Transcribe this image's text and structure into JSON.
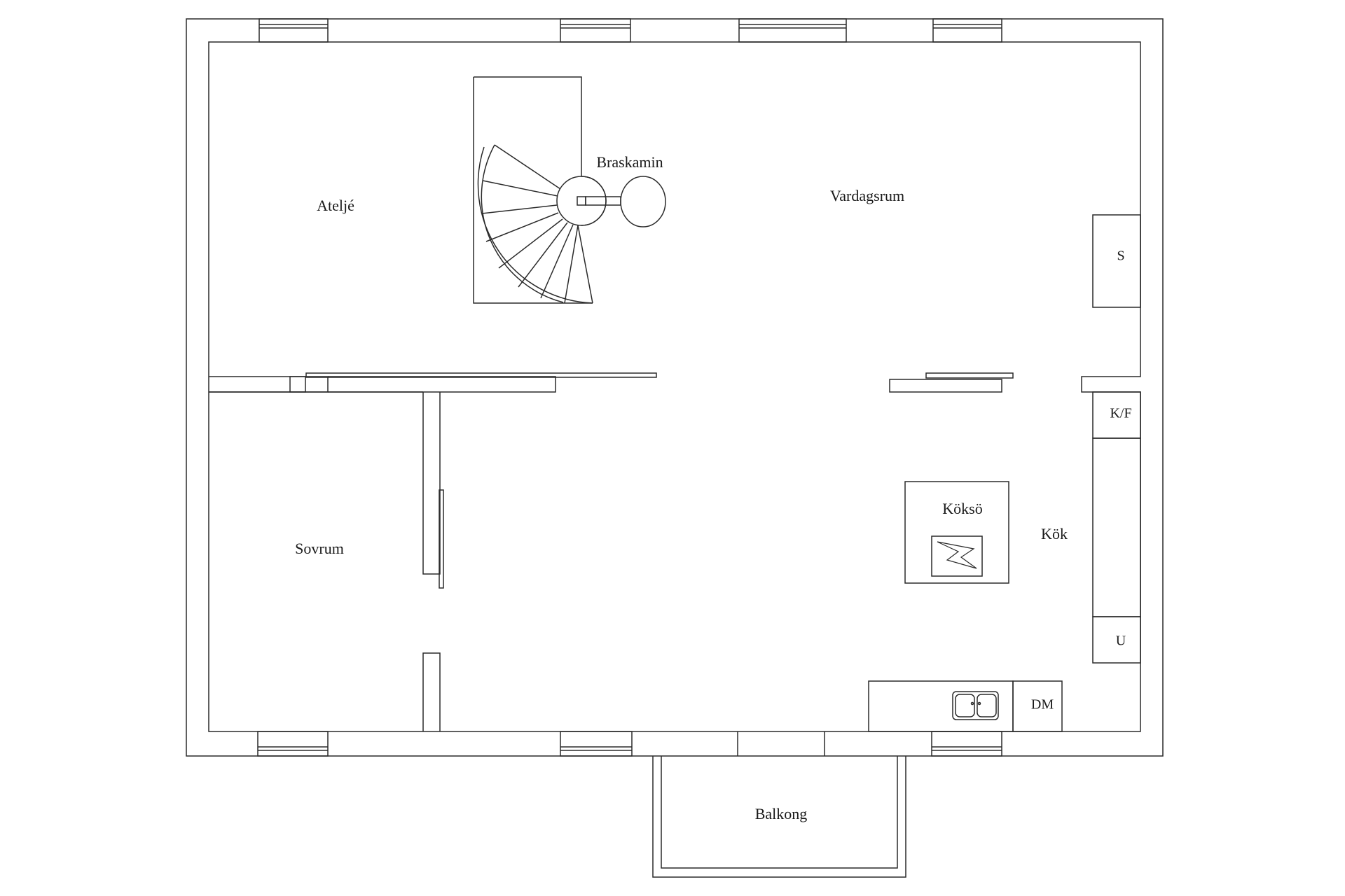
{
  "rooms": {
    "atelje": "Ateljé",
    "braskamin": "Braskamin",
    "vardagsrum": "Vardagsrum",
    "sovrum": "Sovrum",
    "koksö": "Köksö",
    "kok": "Kök",
    "balkong": "Balkong"
  },
  "fixtures": {
    "s": "S",
    "kf": "K/F",
    "u": "U",
    "dm": "DM"
  },
  "colors": {
    "line": "#2a2a2a",
    "background": "#ffffff"
  }
}
